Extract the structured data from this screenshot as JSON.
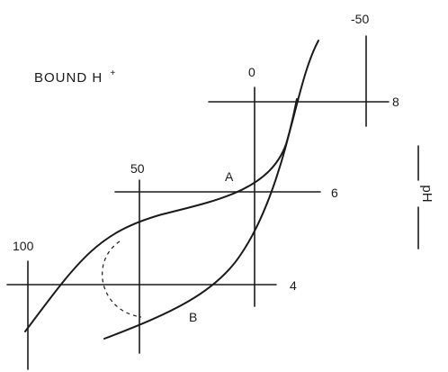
{
  "title": "BOUND H",
  "title_superscript": "+",
  "bound_ticks": [
    "100",
    "50",
    "0",
    "-50"
  ],
  "ph_ticks": [
    "4",
    "6",
    "8"
  ],
  "ph_axis_label": "pH",
  "curve_labels": [
    "A",
    "B"
  ],
  "colors": {
    "ink": "#1a1a1a",
    "background": "#ffffff"
  }
}
